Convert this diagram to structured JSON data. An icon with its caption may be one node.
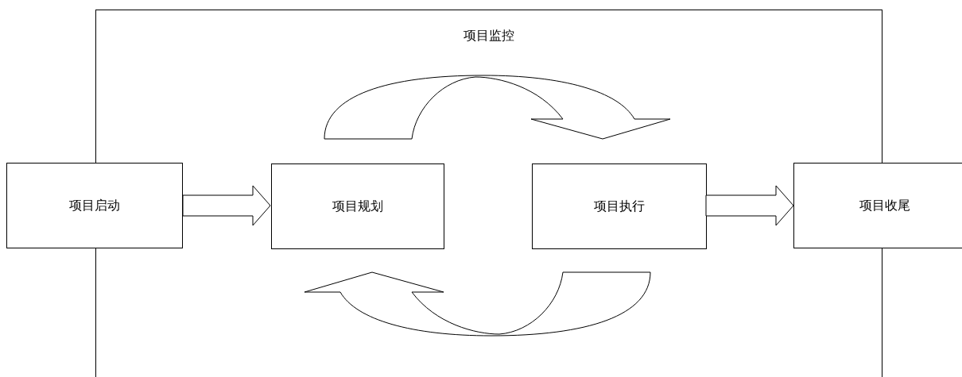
{
  "diagram": {
    "nodes": [
      {
        "text": [
          "项目监控"
        ]
      },
      {
        "text": [
          "项目启动"
        ]
      },
      {
        "text": [
          "项目规划"
        ],
        "in": 0
      },
      {
        "text": [
          "项目执行"
        ],
        "in": 0
      },
      {
        "text": [
          "项目收尾"
        ]
      }
    ],
    "edges": [
      {
        "from": 1,
        "to": 2,
        "arrow": "to"
      },
      {
        "from": 2,
        "to": 3,
        "arrow": "to"
      },
      {
        "from": 3,
        "to": 2,
        "arrow": "to"
      },
      {
        "from": 3,
        "to": 4,
        "arrow": "to"
      }
    ]
  }
}
